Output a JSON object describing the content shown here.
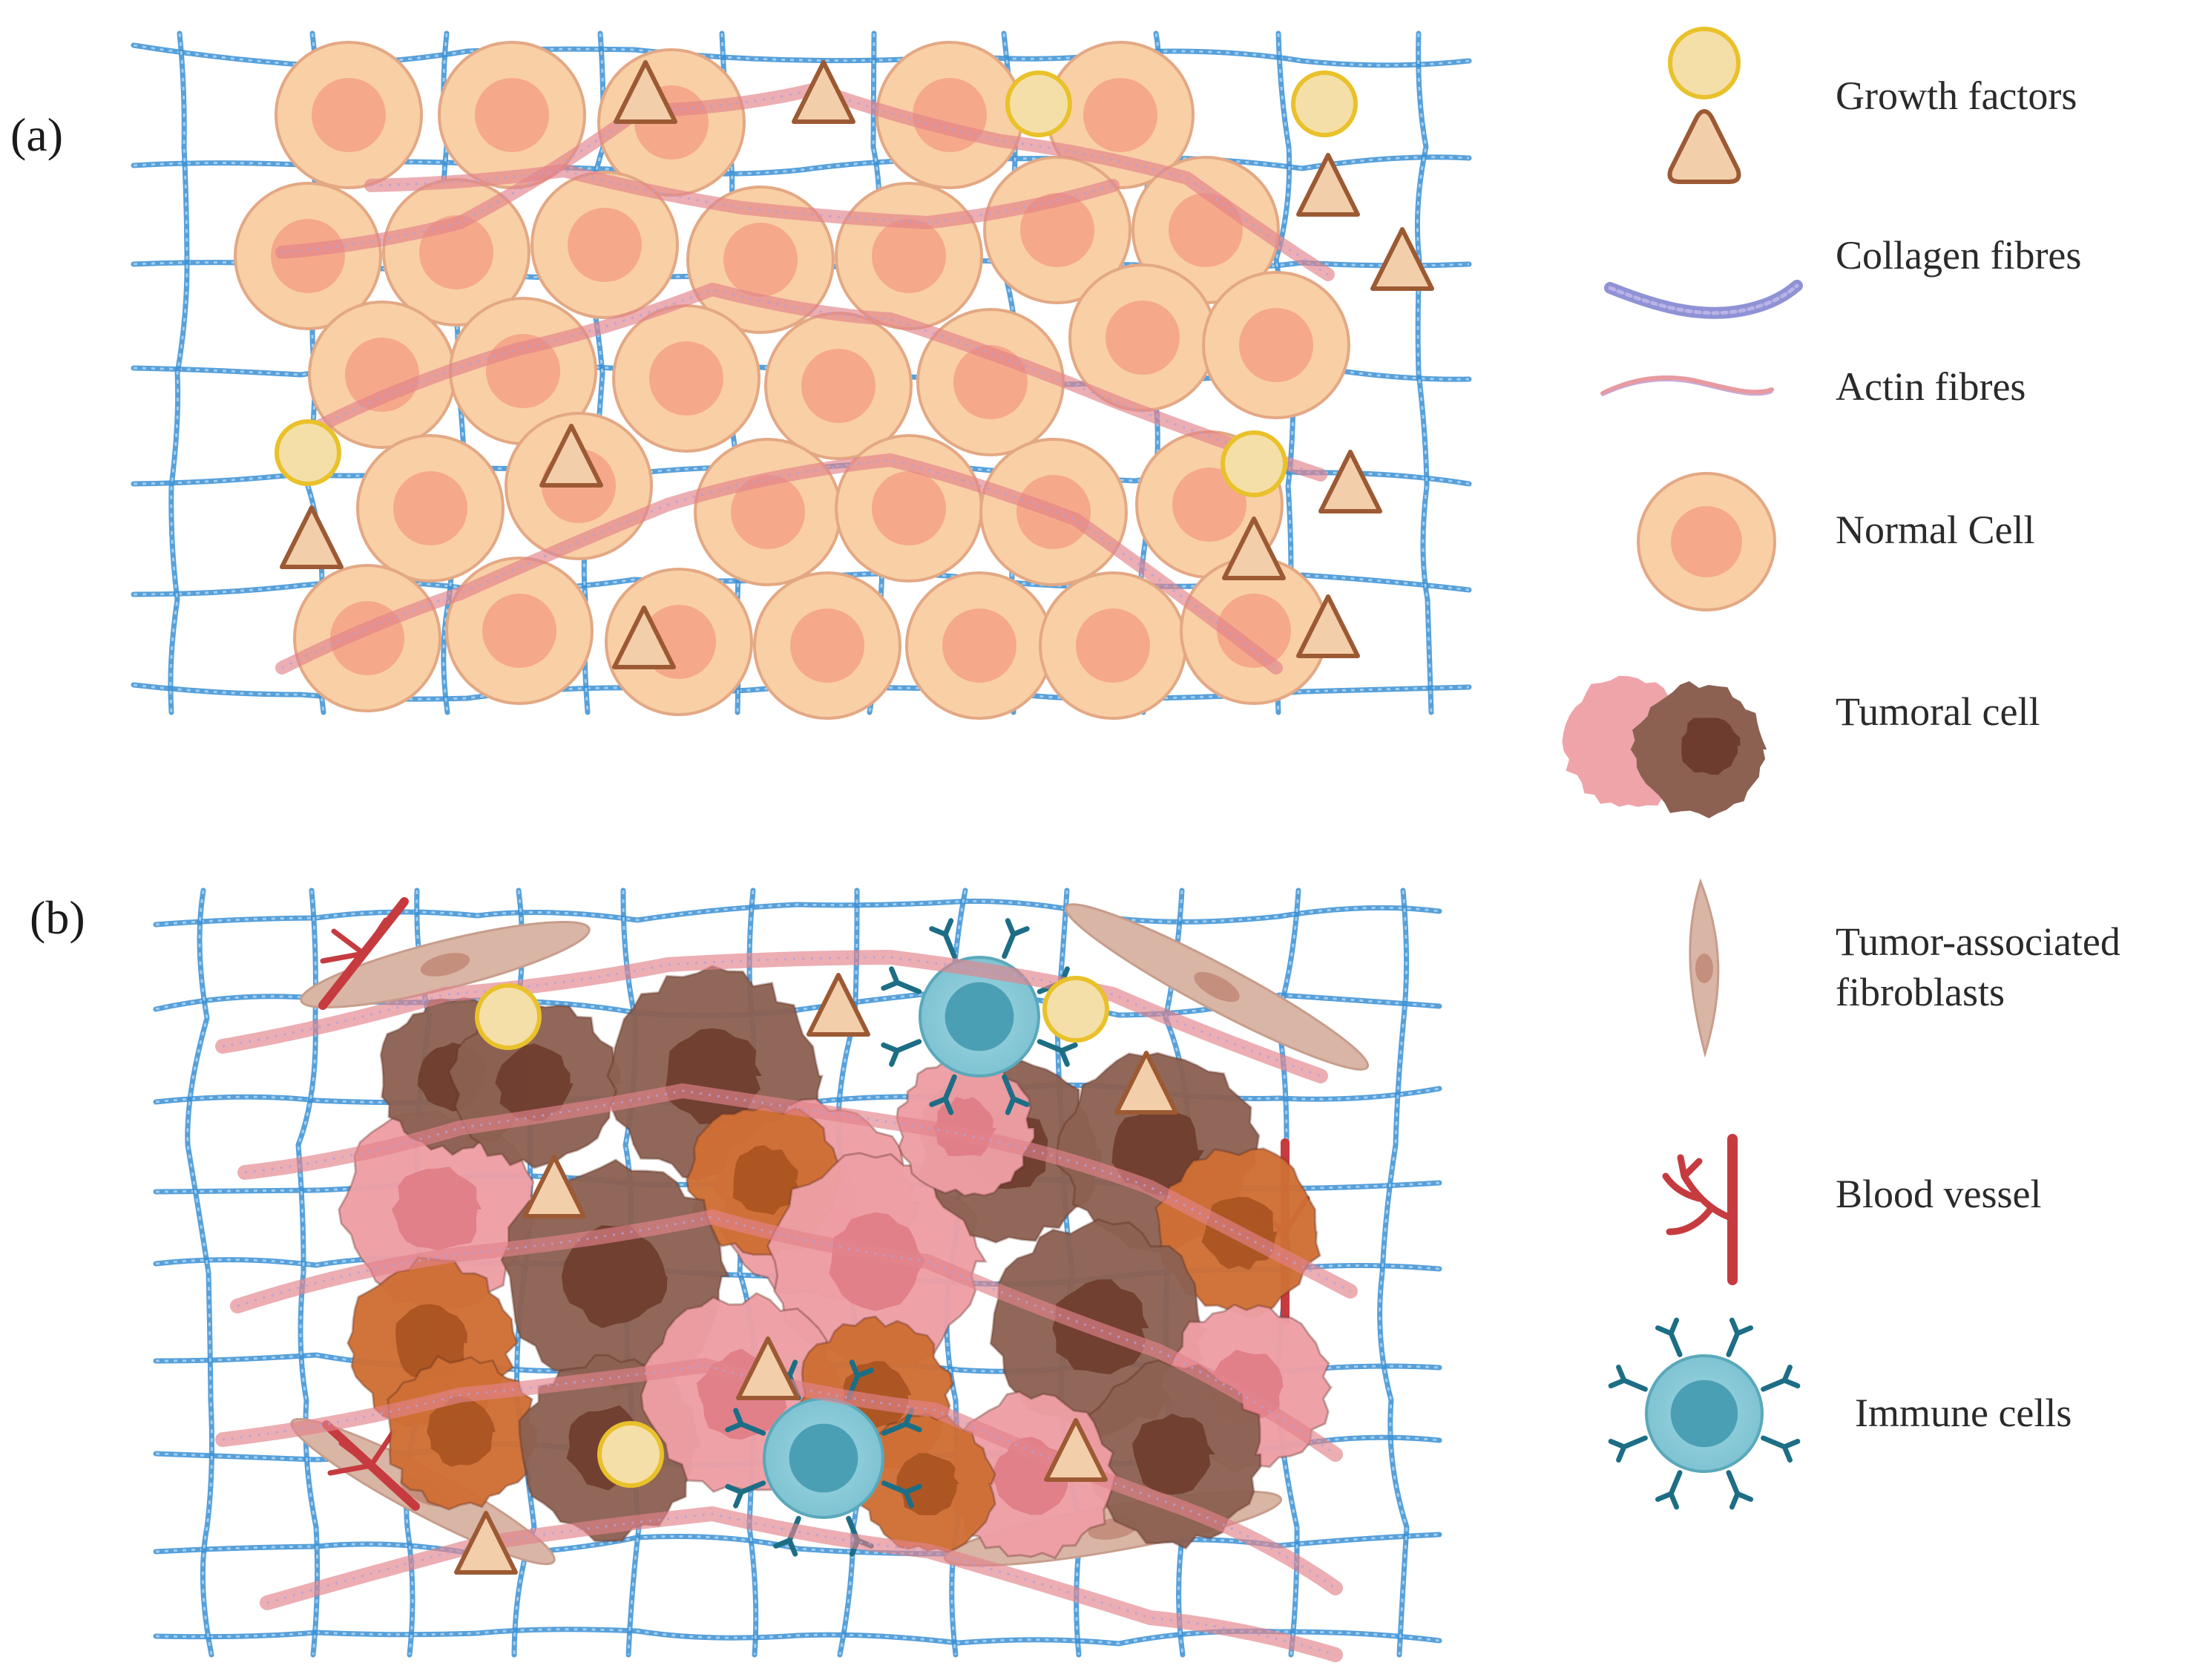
{
  "panels": [
    {
      "label": "(a)"
    },
    {
      "label": "(b)"
    }
  ],
  "legend": {
    "growth_factors": "Growth factors",
    "collagen_fibres": "Collagen fibres",
    "actin_fibres": "Actin fibres",
    "normal_cell": "Normal Cell",
    "tumoral_cell": "Tumoral cell",
    "fibroblasts_line1": "Tumor-associated",
    "fibroblasts_line2": "fibroblasts",
    "blood_vessel": "Blood vessel",
    "immune_cells": "Immune cells"
  },
  "colors": {
    "collagen": "#3a8fd4",
    "actin": "#e2838a",
    "normal_cell_outer": "#f9cfa6",
    "normal_cell_inner": "#f5a98a",
    "growth_factor_circle": "#f5dfa8",
    "growth_factor_ring": "#e9c12a",
    "growth_factor_triangle": "#f3ceaa",
    "growth_factor_triangle_edge": "#9c5a34",
    "tumor_brown": "#8c6152",
    "tumor_brown_core": "#6e3c2e",
    "tumor_pink": "#ee9fa5",
    "tumor_orange": "#cf6f35",
    "fibroblast": "#d9b5a5",
    "blood_vessel": "#c63b3f",
    "immune_cell": "#7fc3d2",
    "immune_core": "#4b9fb4",
    "receptor": "#1d6e85"
  }
}
